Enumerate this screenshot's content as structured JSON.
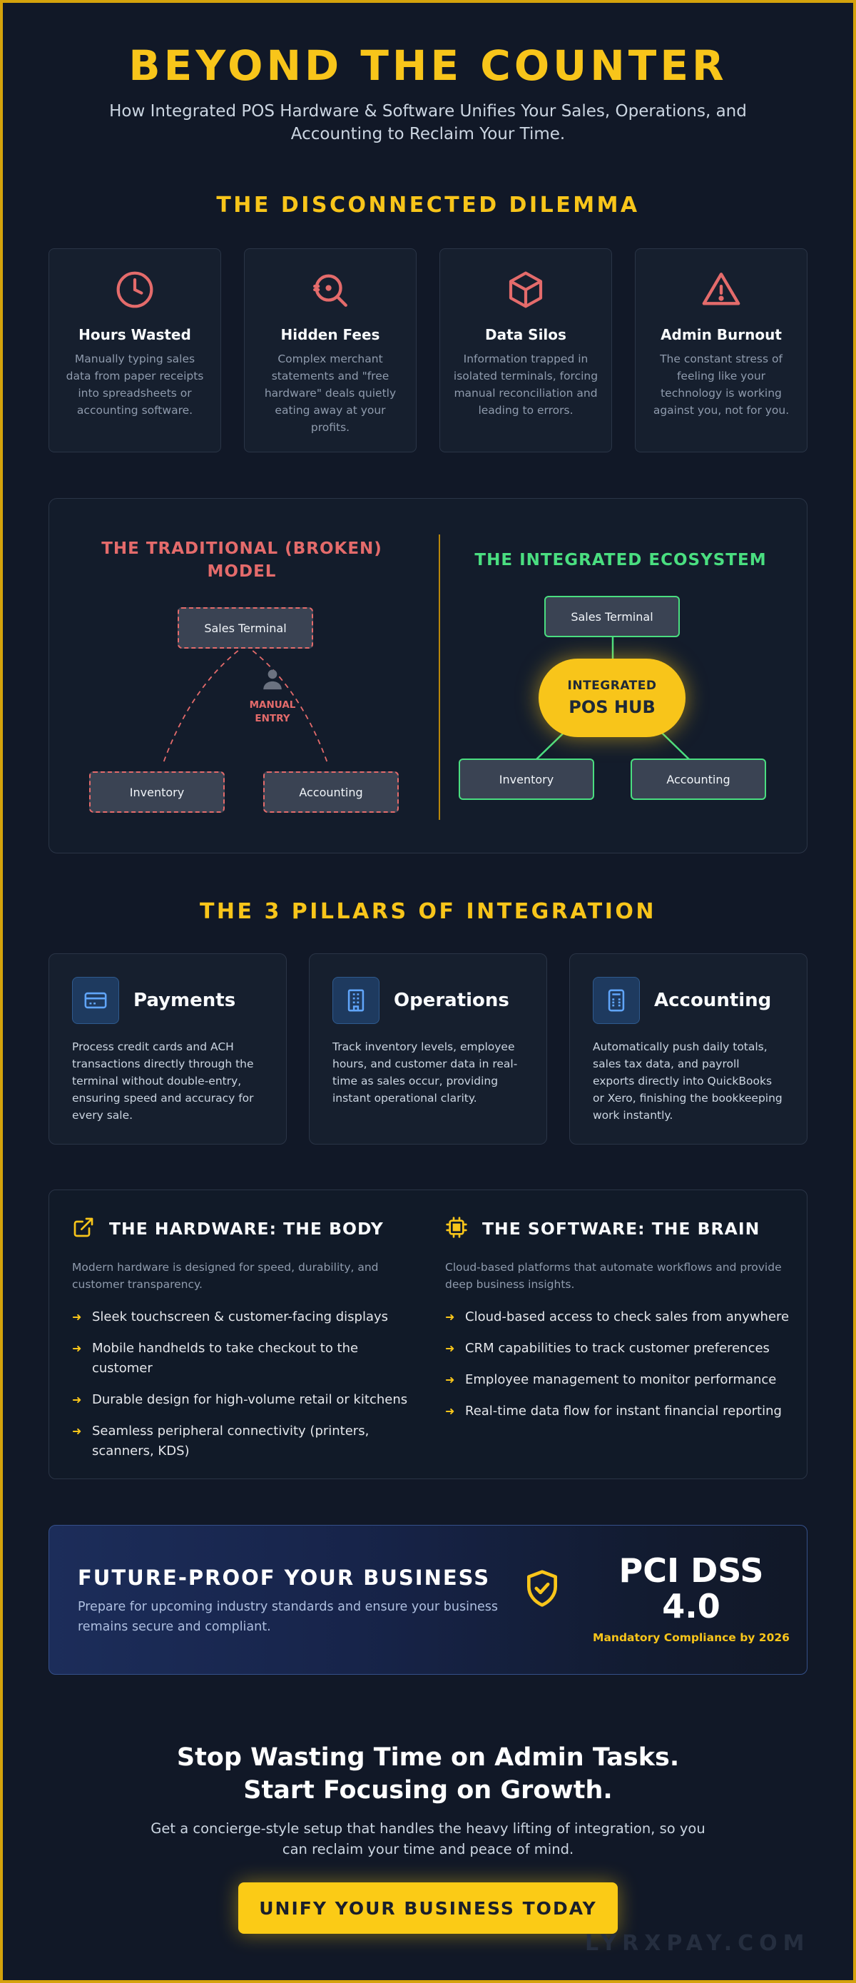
{
  "hero": {
    "title": "BEYOND THE COUNTER",
    "subtitle": "How Integrated POS Hardware & Software Unifies Your Sales, Operations, and Accounting to Reclaim Your Time."
  },
  "dilemma": {
    "heading": "THE DISCONNECTED DILEMMA",
    "cards": [
      {
        "icon": "clock-icon",
        "title": "Hours Wasted",
        "text": "Manually typing sales data from paper receipts into spreadsheets or accounting software."
      },
      {
        "icon": "magnifier-icon",
        "title": "Hidden Fees",
        "text": "Complex merchant statements and \"free hardware\" deals quietly eating away at your profits."
      },
      {
        "icon": "cube-icon",
        "title": "Data Silos",
        "text": "Information trapped in isolated terminals, forcing manual reconciliation and leading to errors."
      },
      {
        "icon": "warning-icon",
        "title": "Admin Burnout",
        "text": "The constant stress of feeling like your technology is working against you, not for you."
      }
    ]
  },
  "comparison": {
    "broken": {
      "title": "THE TRADITIONAL (BROKEN) MODEL",
      "top": "Sales Terminal",
      "left": "Inventory",
      "right": "Accounting",
      "manual_label": "MANUAL ENTRY",
      "color": "#e46b6b"
    },
    "integrated": {
      "title": "THE INTEGRATED ECOSYSTEM",
      "top": "Sales Terminal",
      "hub_line1": "INTEGRATED",
      "hub_line2": "POS HUB",
      "left": "Inventory",
      "right": "Accounting",
      "color": "#4ade80"
    }
  },
  "pillars": {
    "heading": "THE 3 PILLARS OF INTEGRATION",
    "items": [
      {
        "icon": "credit-card-icon",
        "title": "Payments",
        "text": "Process credit cards and ACH transactions directly through the terminal without double-entry, ensuring speed and accuracy for every sale."
      },
      {
        "icon": "building-icon",
        "title": "Operations",
        "text": "Track inventory levels, employee hours, and customer data in real-time as sales occur, providing instant operational clarity."
      },
      {
        "icon": "calculator-icon",
        "title": "Accounting",
        "text": "Automatically push daily totals, sales tax data, and payroll exports directly into QuickBooks or Xero, finishing the bookkeeping work instantly."
      }
    ]
  },
  "hardware": {
    "title": "THE HARDWARE: THE BODY",
    "desc": "Modern hardware is designed for speed, durability, and customer transparency.",
    "items": [
      "Sleek touchscreen & customer-facing displays",
      "Mobile handhelds to take checkout to the customer",
      "Durable design for high-volume retail or kitchens",
      "Seamless peripheral connectivity (printers, scanners, KDS)"
    ]
  },
  "software": {
    "title": "THE SOFTWARE: THE BRAIN",
    "desc": "Cloud-based platforms that automate workflows and provide deep business insights.",
    "items": [
      "Cloud-based access to check sales from anywhere",
      "CRM capabilities to track customer preferences",
      "Employee management to monitor performance",
      "Real-time data flow for instant financial reporting"
    ]
  },
  "future": {
    "title": "FUTURE-PROOF YOUR BUSINESS",
    "text": "Prepare for upcoming industry standards and ensure your business remains secure and compliant.",
    "pci_line1": "PCI DSS",
    "pci_line2": "4.0",
    "pci_note": "Mandatory Compliance by 2026"
  },
  "cta": {
    "title_line1": "Stop Wasting Time on Admin Tasks.",
    "title_line2": "Start Focusing on Growth.",
    "subtitle": "Get a concierge-style setup that handles the heavy lifting of integration, so you can reclaim your time and peace of mind.",
    "button": "UNIFY YOUR BUSINESS TODAY"
  },
  "watermark": "LYRXPAY.COM",
  "colors": {
    "background": "#111827",
    "accent": "#f8c51a",
    "danger": "#e46b6b",
    "success": "#4ade80"
  }
}
